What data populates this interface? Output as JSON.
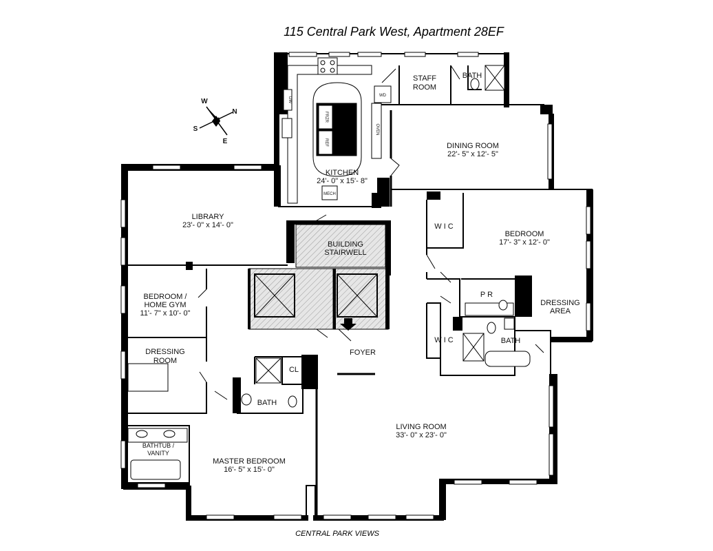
{
  "title": "115 Central Park West, Apartment 28EF",
  "footer": "CENTRAL PARK VIEWS",
  "compass": {
    "n": "N",
    "s": "S",
    "e": "E",
    "w": "W"
  },
  "rooms": {
    "kitchen": {
      "name": "KITCHEN",
      "dims": "24'- 0\" x 15'- 8\""
    },
    "staff_room": {
      "line1": "STAFF",
      "line2": "ROOM"
    },
    "staff_bath": "BATH",
    "dining": {
      "name": "DINING ROOM",
      "dims": "22'- 5\" x 12'- 5\""
    },
    "library": {
      "name": "LIBRARY",
      "dims": "23'- 0\" x 14'- 0\""
    },
    "stairwell": {
      "line1": "BUILDING",
      "line2": "STAIRWELL"
    },
    "bedroom_east": {
      "name": "BEDROOM",
      "dims": "17'- 3\" x 12'- 0\""
    },
    "wic_upper": "W I C",
    "wic_lower": "W I C",
    "powder_room": "P R",
    "dressing_area": {
      "line1": "DRESSING",
      "line2": "AREA"
    },
    "east_bath": "BATH",
    "gym": {
      "line1": "BEDROOM /",
      "line2": "HOME GYM",
      "dims": "11'- 7\" x 10'- 0\""
    },
    "dressing_room": {
      "line1": "DRESSING",
      "line2": "ROOM"
    },
    "foyer": "FOYER",
    "closet": "CL",
    "master_bath": "BATH",
    "bathtub_vanity": {
      "line1": "BATHTUB /",
      "line2": "VANITY"
    },
    "master_bedroom": {
      "name": "MASTER BEDROOM",
      "dims": "16'- 5\" x 15'- 0\""
    },
    "living_room": {
      "name": "LIVING ROOM",
      "dims": "33'- 0\" x 23'- 0\""
    }
  },
  "fixtures": {
    "fridge": "FRZR",
    "refrigerator": "REF",
    "mech": "MECH",
    "washer_dryer": "WD",
    "dishwasher": "DW",
    "oven": "OVEN"
  },
  "colors": {
    "wall": "#000000",
    "hatch": "#d9d9d9",
    "paper": "#ffffff"
  }
}
